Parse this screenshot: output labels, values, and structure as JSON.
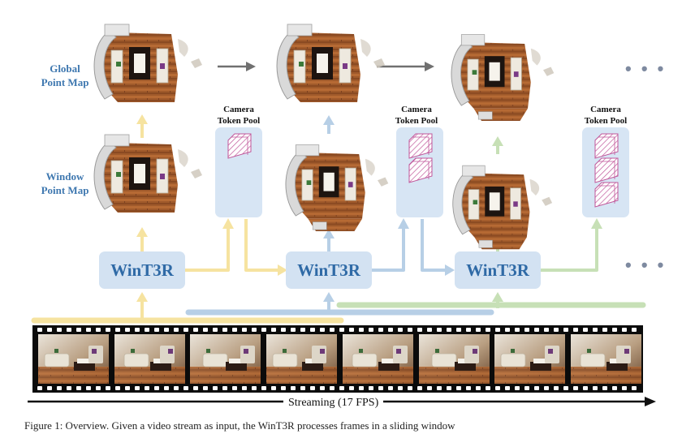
{
  "labels": {
    "global_map": "Global\nPoint Map",
    "window_map": "Window\nPoint Map",
    "camera_pool": "Camera\nToken Pool",
    "model": "WinT3R",
    "streaming": "Streaming (17 FPS)",
    "ellipsis": "• • •"
  },
  "caption": "Figure 1: Overview. Given a video stream as input, the WinT3R processes frames in a sliding window",
  "colors": {
    "label_blue": "#3f78b0",
    "model_fill": "#d3e2f2",
    "model_text": "#2f6aa6",
    "pool_fill": "#d7e5f4",
    "token_pink": "#c0569a",
    "window_yellow": "#f6e3a0",
    "window_blue": "#b7cfe6",
    "window_green": "#c7e0b6",
    "arrow_gray": "#707070",
    "dots_gray": "#7e8aa0"
  },
  "icons": [
    "point-map-icon",
    "camera-token-icon",
    "film-frame-icon",
    "arrow-icon"
  ]
}
